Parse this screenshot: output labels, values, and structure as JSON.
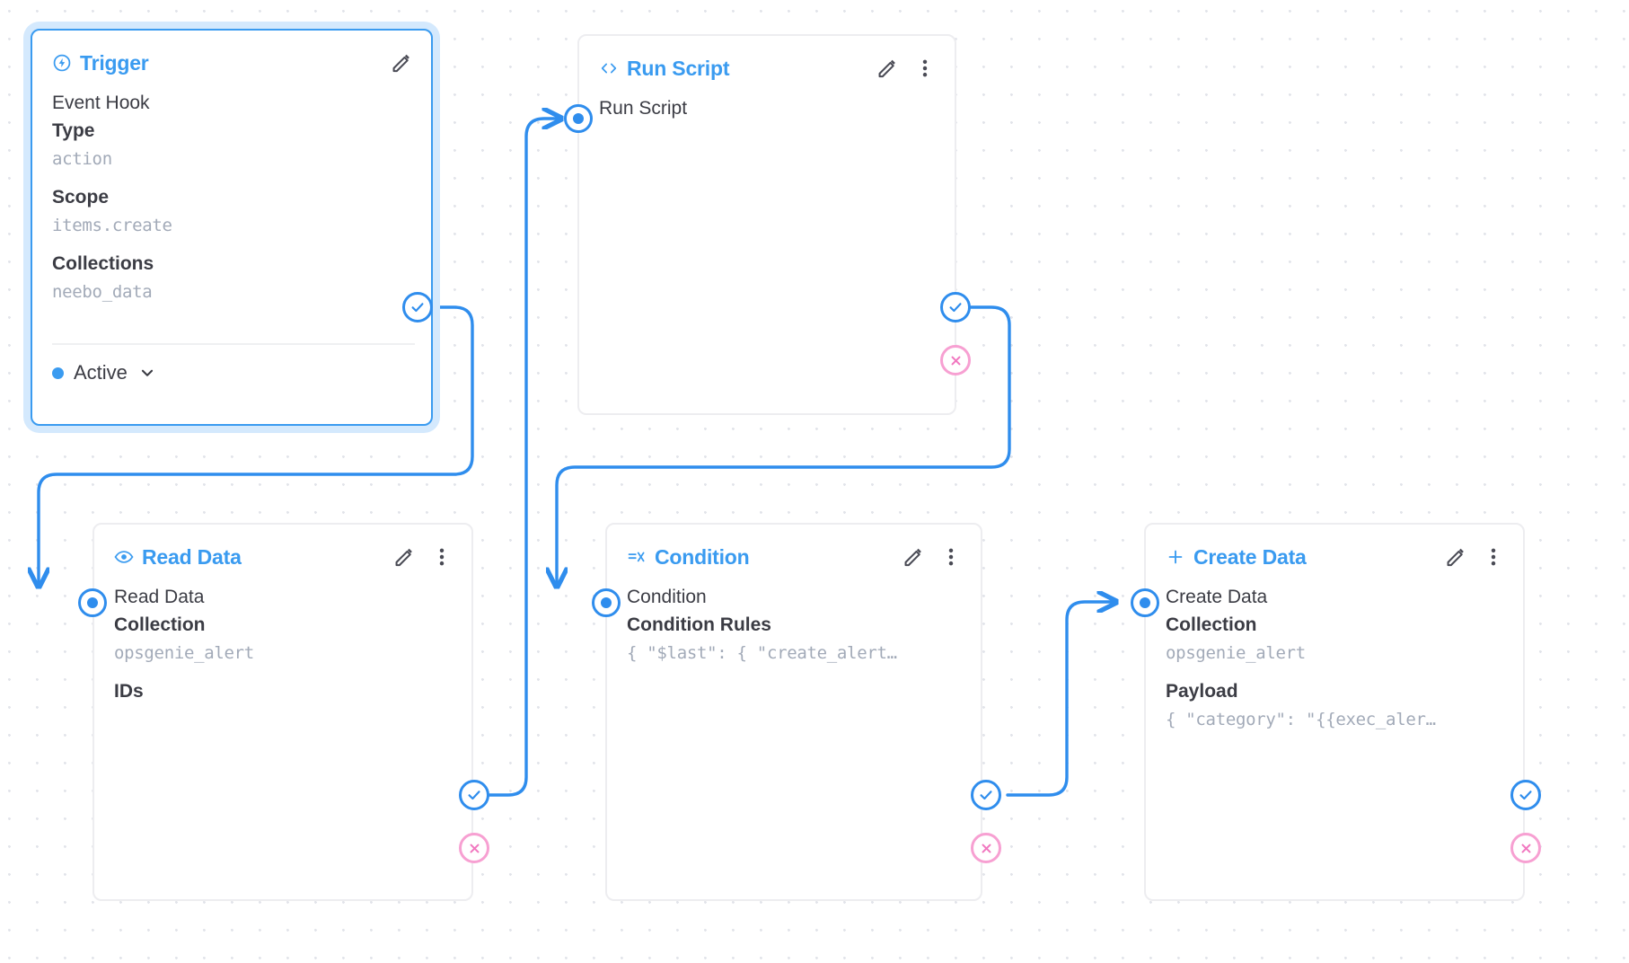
{
  "canvas": {
    "background_color": "#ffffff",
    "grid_dot_color": "#e2e4ea",
    "accent_color": "#3a9bf0",
    "edge_color": "#2f8ded",
    "reject_color": "#f7a0d2",
    "node_border_color": "#ededf0"
  },
  "nodes": [
    {
      "id": "trigger",
      "title": "Trigger",
      "icon": "bolt-circle-icon",
      "selected": true,
      "subtitle": "Event Hook",
      "fields": [
        {
          "label": "Type",
          "value": "action"
        },
        {
          "label": "Scope",
          "value": "items.create"
        },
        {
          "label": "Collections",
          "value": "neebo_data"
        }
      ],
      "status": {
        "label": "Active",
        "dot_color": "#3a9bf0",
        "chevron": "chevron-down-icon"
      },
      "has_edit": true,
      "has_menu": false
    },
    {
      "id": "run-script",
      "title": "Run Script",
      "icon": "code-brackets-icon",
      "selected": false,
      "subtitle": "Run Script",
      "fields": [],
      "has_edit": true,
      "has_menu": true
    },
    {
      "id": "read-data",
      "title": "Read Data",
      "icon": "eye-icon",
      "selected": false,
      "subtitle": "Read Data",
      "fields": [
        {
          "label": "Collection",
          "value": "opsgenie_alert"
        },
        {
          "label": "IDs",
          "value": ""
        }
      ],
      "has_edit": true,
      "has_menu": true
    },
    {
      "id": "condition",
      "title": "Condition",
      "icon": "filter-rules-icon",
      "selected": false,
      "subtitle": "Condition",
      "fields": [
        {
          "label": "Condition Rules",
          "value": "{ \"$last\": { \"create_alert…"
        }
      ],
      "has_edit": true,
      "has_menu": true
    },
    {
      "id": "create-data",
      "title": "Create Data",
      "icon": "plus-icon",
      "selected": false,
      "subtitle": "Create Data",
      "fields": [
        {
          "label": "Collection",
          "value": "opsgenie_alert"
        },
        {
          "label": "Payload",
          "value": "{ \"category\": \"{{exec_aler…"
        }
      ],
      "has_edit": true,
      "has_menu": true
    }
  ],
  "ports": {
    "input_name": "input-port",
    "resolve_name": "resolve-port",
    "reject_name": "reject-port"
  }
}
